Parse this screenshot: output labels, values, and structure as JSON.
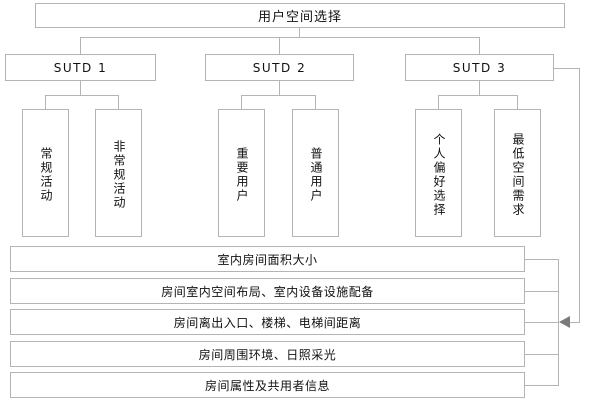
{
  "diagram": {
    "type": "hierarchy-tree",
    "root": {
      "label": "用户空间选择"
    },
    "level2": [
      {
        "label": "SUTD 1"
      },
      {
        "label": "SUTD 2"
      },
      {
        "label": "SUTD 3"
      }
    ],
    "leaves": [
      {
        "label": "常规活动",
        "parent": "SUTD 1"
      },
      {
        "label": "非常规活动",
        "parent": "SUTD 1"
      },
      {
        "label": "重要用户",
        "parent": "SUTD 2"
      },
      {
        "label": "普通用户",
        "parent": "SUTD 2"
      },
      {
        "label": "个人偏好选择",
        "parent": "SUTD 3"
      },
      {
        "label": "最低空间需求",
        "parent": "SUTD 3"
      }
    ],
    "attribute_rows": [
      {
        "label": "室内房间面积大小"
      },
      {
        "label": "房间室内空间布局、室内设备设施配备"
      },
      {
        "label": "房间离出入口、楼梯、电梯间距离"
      },
      {
        "label": "房间周围环境、日照采光"
      },
      {
        "label": "房间属性及共用者信息"
      }
    ],
    "colors": {
      "border": "#b4b4b4",
      "connector": "#b4b4b4",
      "arrow": "#7a7a7a",
      "background": "#ffffff",
      "text": "#111111"
    }
  }
}
